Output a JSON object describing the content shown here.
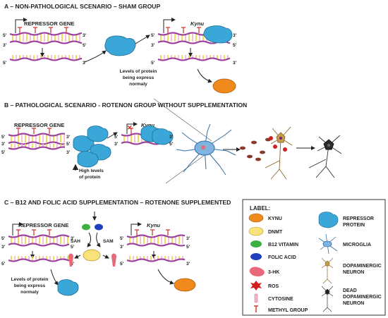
{
  "sections": {
    "a": {
      "title": "A – NON-PATHOLOGICAL SCENARIO – SHAM GROUP",
      "gene_label": "REPRESSOR GENE",
      "kynu_label": "Kynu",
      "levels_text": [
        "Levels of protein",
        "being express",
        "normaly"
      ]
    },
    "b": {
      "title": "B – PATHOLOGICAL SCENARIO - ROTENON GROUP WITHOUT SUPPLEMENTATION",
      "gene_label": "REPRESSOR GENE",
      "kynu_label": "Kynu",
      "high_levels_text": [
        "High levels",
        "of protein"
      ]
    },
    "c": {
      "title": "C – B12 AND FOLIC ACID SUPPLEMENTATION – ROTENONE SUPPLEMENTED",
      "gene_label": "REPRESSOR GENE",
      "kynu_label": "Kynu",
      "sah_label": "SAH",
      "sam_label": "SAM",
      "levels_text": [
        "Levels of protein",
        "being express",
        "normaly"
      ]
    }
  },
  "strand_ends": {
    "five": "5'",
    "three": "3'"
  },
  "legend": {
    "title": "LABEL:",
    "left": [
      "KYNU",
      "DNMT",
      "B12 VITAMIN",
      "FOLIC ACID",
      "3-HK",
      "ROS",
      "CYTOSINE",
      "METHYL GROUP"
    ],
    "right": [
      "REPRESSOR",
      "PROTEIN",
      "MICROGLIA",
      "DOPAMINERGIC",
      "NEURON",
      "DEAD",
      "DOPAMINERGIC",
      "NEURON"
    ]
  },
  "colors": {
    "kynu": "#f08a1c",
    "dnmt": "#f7e37a",
    "b12": "#3cb043",
    "folic": "#1f3fbf",
    "three_hk": "#e86a7a",
    "ros": "#d21f1f",
    "cytosine": "#f5b3c8",
    "repressor": "#3aa7d8",
    "methyl_bar": "#d64a3a",
    "dna_purple": "#9b3fa0",
    "dna_yellow": "#e8d23a",
    "microglia": "#7fb3e0",
    "neuron": "#b08a3a",
    "dead_neuron": "#333333"
  }
}
